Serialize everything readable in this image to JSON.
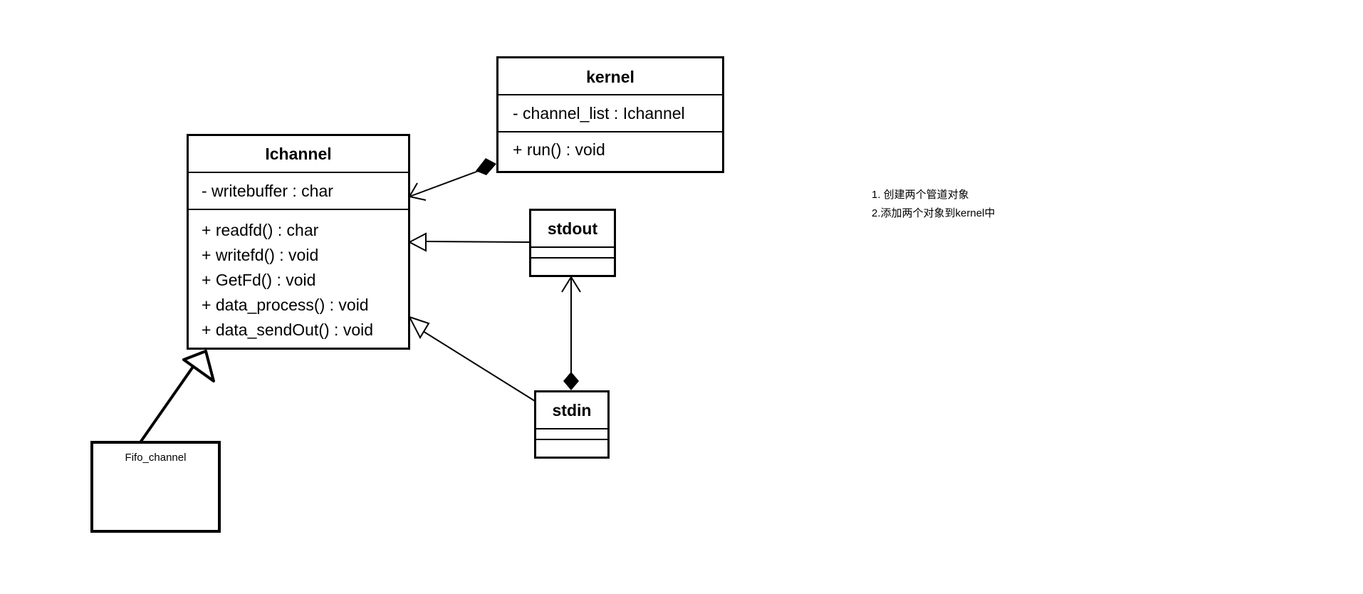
{
  "classes": {
    "ichannel": {
      "name": "Ichannel",
      "attributes": [
        "- writebuffer : char"
      ],
      "methods": [
        "+ readfd() : char",
        "+ writefd() : void",
        "+ GetFd() : void",
        "+ data_process() : void",
        "+ data_sendOut() : void"
      ]
    },
    "kernel": {
      "name": "kernel",
      "attributes": [
        "- channel_list : Ichannel"
      ],
      "methods": [
        "+ run() : void"
      ]
    },
    "stdout": {
      "name": "stdout"
    },
    "stdin": {
      "name": "stdin"
    },
    "fifo_channel": {
      "name": "Fifo_channel"
    }
  },
  "notes": [
    "1. 创建两个管道对象",
    "2.添加两个对象到kernel中"
  ]
}
